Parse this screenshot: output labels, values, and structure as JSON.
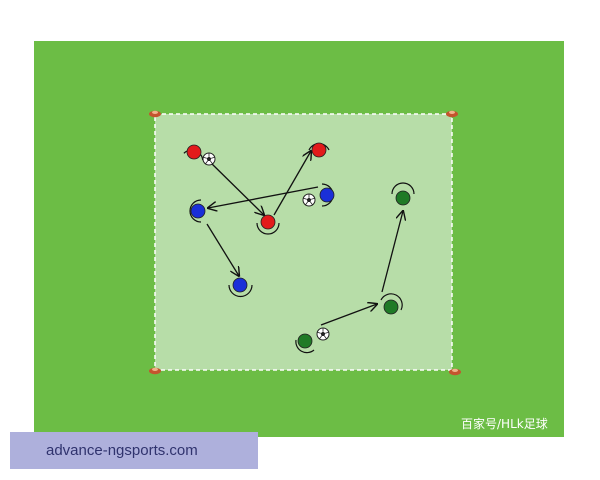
{
  "diagram": {
    "pitch_color": "#6cbd45",
    "area_color": "#b7dda8",
    "cone_color": "#c4542e",
    "teams": [
      {
        "name": "red",
        "color": "#e21b1b"
      },
      {
        "name": "blue",
        "color": "#1a2fd8"
      },
      {
        "name": "green",
        "color": "#1f7a26"
      }
    ],
    "arrow_color": "#111111"
  },
  "watermark": "百家号/HLk足球",
  "source_banner": "advance-ngsports.com"
}
